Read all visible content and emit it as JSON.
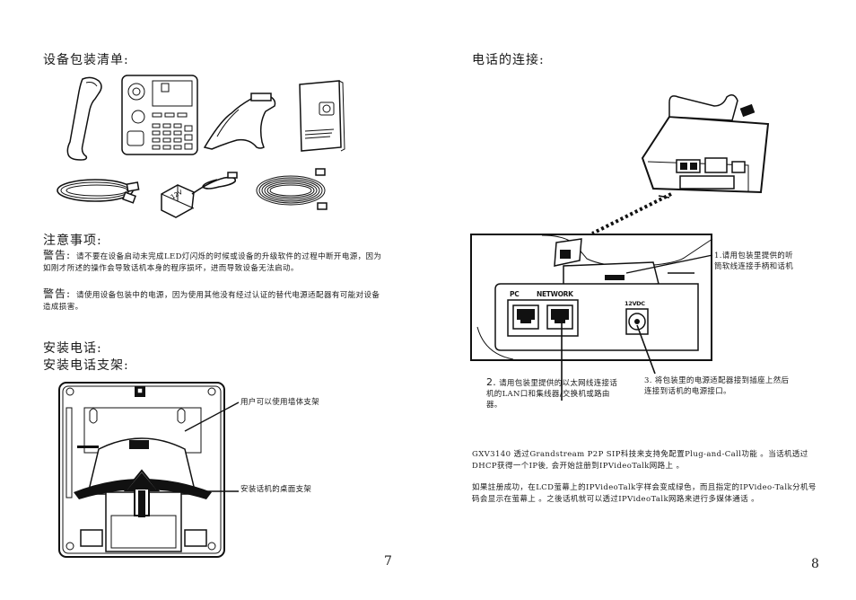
{
  "left": {
    "package_title": "设备包装清单:",
    "notes_title": "注意事项:",
    "warning_label": "警告:",
    "warning1_text": "请不要在设备启动未完成LED灯闪烁的时候或设备的升级软件的过程中断开电源，因为如刚才所述的操作会导致话机本身的程序损坏，进而导致设备无法启动。",
    "warning2_text": "请使用设备包装中的电源，因为使用其他没有经过认证的替代电源适配器有可能对设备造成损害。",
    "install_title": "安装电话:",
    "stand_title": "安装电话支架:",
    "callout_wall": "用户可以使用墙体支架",
    "callout_desk": "安装话机的桌面支架",
    "page_number": "7"
  },
  "right": {
    "connect_title": "电话的连接:",
    "callout_1": "1.请用包装里提供的听筒软线连接手柄和话机",
    "callout_2_num": "2.",
    "callout_2": "请用包装里提供的以太网线连接话机的LAN口和集线器/交换机或路由器。",
    "callout_3": "3. 将包装里的电源适配器接到插座上然后连接到话机的电源接口。",
    "port_pc": "PC",
    "port_network": "NETWORK",
    "port_power": "12VDC",
    "para1": "GXV3140 透过Grandstream P2P SIP科技来支持免配置Plug-and-Call功能 。当话机透过DHCP获得一个IP後, 会开始註册到IPVideoTalk网路上 。",
    "para2": "如果註册成功，在LCD萤幕上的IPVideoTalk字样会变成绿色，而且指定的IPVideo-Talk分机号码会显示在萤幕上 。之後话机就可以透过IPVideoTalk网路来进行多媒体通话 。",
    "page_number": "8"
  },
  "icons": {
    "handset": "handset-icon",
    "phone": "phone-base-icon",
    "stand": "stand-icon",
    "manual": "manual-icon",
    "network_cable": "network-cable-icon",
    "power_adapter": "power-adapter-icon",
    "handset_cord": "coiled-cord-icon",
    "phone_back": "phone-back-icon",
    "ports_zoom": "ports-zoom-icon",
    "stand_back": "stand-back-icon"
  }
}
